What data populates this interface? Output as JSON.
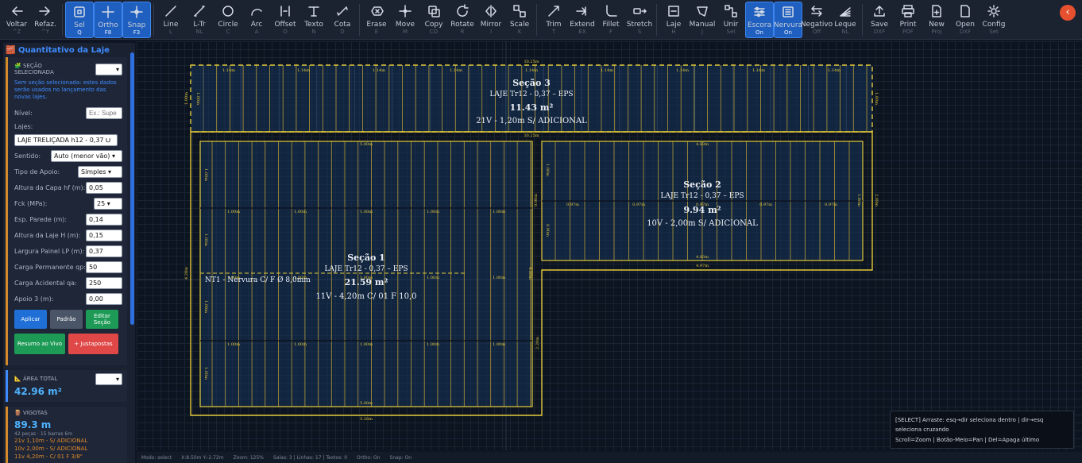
{
  "toolbar": {
    "items": [
      {
        "label": "Voltar",
        "shortcut": "^Z",
        "icon": "undo-arrow"
      },
      {
        "label": "Refaz.",
        "shortcut": "^Y",
        "icon": "redo-arrow"
      },
      {
        "label": "Sel",
        "shortcut": "Q",
        "icon": "select-box",
        "active": true
      },
      {
        "label": "Ortho",
        "shortcut": "F8",
        "icon": "ortho-cross",
        "active": true
      },
      {
        "label": "Snap",
        "shortcut": "F3",
        "icon": "snap-target",
        "active": true
      },
      {
        "label": "Line",
        "shortcut": "L",
        "icon": "line"
      },
      {
        "label": "L-Tr",
        "shortcut": "NL",
        "icon": "line-truss"
      },
      {
        "label": "Circle",
        "shortcut": "C",
        "icon": "circle"
      },
      {
        "label": "Arc",
        "shortcut": "A",
        "icon": "arc"
      },
      {
        "label": "Offset",
        "shortcut": "O",
        "icon": "offset"
      },
      {
        "label": "Texto",
        "shortcut": "N",
        "icon": "text-t"
      },
      {
        "label": "Cota",
        "shortcut": "D",
        "icon": "dimension"
      },
      {
        "label": "Erase",
        "shortcut": "E",
        "icon": "eraser"
      },
      {
        "label": "Move",
        "shortcut": "M",
        "icon": "move"
      },
      {
        "label": "Copy",
        "shortcut": "CO",
        "icon": "copy"
      },
      {
        "label": "Rotate",
        "shortcut": "R",
        "icon": "rotate"
      },
      {
        "label": "Mirror",
        "shortcut": "I",
        "icon": "mirror"
      },
      {
        "label": "Scale",
        "shortcut": "K",
        "icon": "scale"
      },
      {
        "label": "Trim",
        "shortcut": "T",
        "icon": "trim"
      },
      {
        "label": "Extend",
        "shortcut": "EX",
        "icon": "extend"
      },
      {
        "label": "Fillet",
        "shortcut": "F",
        "icon": "fillet"
      },
      {
        "label": "Stretch",
        "shortcut": "S",
        "icon": "stretch"
      },
      {
        "label": "Laje",
        "shortcut": "H",
        "icon": "slab"
      },
      {
        "label": "Manual",
        "shortcut": "J",
        "icon": "manual-polygon"
      },
      {
        "label": "Unir",
        "shortcut": "Sel",
        "icon": "join"
      },
      {
        "label": "Escora",
        "shortcut": "On",
        "icon": "shoring",
        "active": true
      },
      {
        "label": "Nervura",
        "shortcut": "On",
        "icon": "rib",
        "active": true
      },
      {
        "label": "Negativo",
        "shortcut": "Off",
        "icon": "negative"
      },
      {
        "label": "Leque",
        "shortcut": "NL",
        "icon": "fan"
      },
      {
        "label": "Save",
        "shortcut": "DXF",
        "icon": "save-upload"
      },
      {
        "label": "Print",
        "shortcut": "PDF",
        "icon": "printer"
      },
      {
        "label": "New",
        "shortcut": "Proj",
        "icon": "new-file"
      },
      {
        "label": "Open",
        "shortcut": "DXF",
        "icon": "open-file"
      },
      {
        "label": "Config",
        "shortcut": "Set",
        "icon": "gear"
      }
    ],
    "collapse_glyph": "‹"
  },
  "panel": {
    "title": "Quantitativo da Laje",
    "title_icon": "🧱",
    "section": {
      "heading": "SEÇÃO SELECIONADA",
      "heading_icon": "🧩",
      "dropdown": "▾",
      "note": "Sem seção selecionada: estes dados serão usados no lançamento das novas lajes.",
      "fields": {
        "nivel": {
          "label": "Nível:",
          "placeholder": "Ex.: Supe"
        },
        "lajes": {
          "label": "Lajes:",
          "value": "LAJE TRELIÇADA h12 - 0,37 ⮋"
        },
        "sentido": {
          "label": "Sentido:",
          "value": "Auto (menor vão) ▾"
        },
        "apoio": {
          "label": "Tipo de Apoio:",
          "value": "Simples ▾"
        },
        "capa": {
          "label": "Altura da Capa hf (m):",
          "value": "0,05"
        },
        "fck": {
          "label": "Fck (MPa):",
          "value": "25 ▾"
        },
        "parede": {
          "label": "Esp. Parede (m):",
          "value": "0,14"
        },
        "altura": {
          "label": "Altura da Laje H (m):",
          "value": "0,15"
        },
        "largura": {
          "label": "Largura Painel LP (m):",
          "value": "0,37"
        },
        "qp": {
          "label": "Carga Permanente qp:",
          "value": "50"
        },
        "qa": {
          "label": "Carga Acidental qa:",
          "value": "250"
        },
        "apoio3": {
          "label": "Apoio 3 (m):",
          "value": "0,00"
        }
      },
      "buttons": {
        "aplicar": "Aplicar",
        "padrao": "Padrão",
        "editar": "Editar Seção",
        "resumo": "Resumo ao Vivo",
        "justapostas": "+ Justapostas"
      }
    },
    "area": {
      "heading": "ÁREA TOTAL",
      "heading_icon": "📐",
      "dropdown": "▾",
      "value": "42.96 m²"
    },
    "vigotas": {
      "heading": "VIGOTAS",
      "heading_icon": "🪵",
      "value": "89.3 m",
      "sub": "42 peças · 15 barras 6m",
      "lines": [
        "21v 1,10m - S/ ADICIONAL",
        "10v 2,00m - S/ ADICIONAL",
        "11v 4,20m - C/ 01 F 3/8\""
      ]
    }
  },
  "canvas": {
    "sections": [
      {
        "name": "Seção 3",
        "type": "LAJE Tr12 - 0,37 – EPS",
        "area": "11.43 m²",
        "beams": "21V - 1,20m S/ ADICIONAL"
      },
      {
        "name": "Seção 2",
        "type": "LAJE Tr12 - 0,37 – EPS",
        "area": "9.94 m²",
        "beams": "10V - 2,00m S/ ADICIONAL"
      },
      {
        "name": "Seção 1",
        "type": "LAJE Tr12 - 0,37 – EPS",
        "area": "21.59 m²",
        "beams": "11V - 4,20m C/ 01 F 10,0"
      }
    ],
    "rib_label": "NT1 - Nervura C/ F Ø 8,0mm",
    "dims": {
      "s3_top": "10.25m",
      "s3_bottom": "10.25m",
      "s3_left": "1.00m",
      "s3_right": "1.00m",
      "s3_seg": "1.14m",
      "s3_inner": "1.00m",
      "s1_top": "5.00m",
      "s1_bottom": "5.00m",
      "s1_outer": "5.28m",
      "s1_left": "4.28m",
      "s1_right": "4.28m",
      "s1_mid_right": "2.20m",
      "s1_seg": "1.00m",
      "s1_vert": "1.00m",
      "s2_top": "4.83m",
      "s2_bottom": "4.83m",
      "s2_outer": "4.97m",
      "s2_left": "1.00m",
      "s2_right": "1.80m",
      "s2_outer_right": "2.08m",
      "s2_seg": "0.97m",
      "s2_v1": "0.90m",
      "s2_v2": "0.90m"
    }
  },
  "status": {
    "mode": "Modo: select",
    "coords": "X:8.50m Y:-2.72m",
    "zoom": "Zoom: 125%",
    "counts": "Salas: 3 | Linhas: 17 | Textos: 0",
    "ortho": "Ortho: On",
    "snap": "Snap: On"
  },
  "tooltip": {
    "line1": "[SELECT] Arraste: esq→dir seleciona dentro | dir→esq seleciona cruzando",
    "line2": "Scroll=Zoom | Botão-Meio=Pan | Del=Apaga último"
  }
}
